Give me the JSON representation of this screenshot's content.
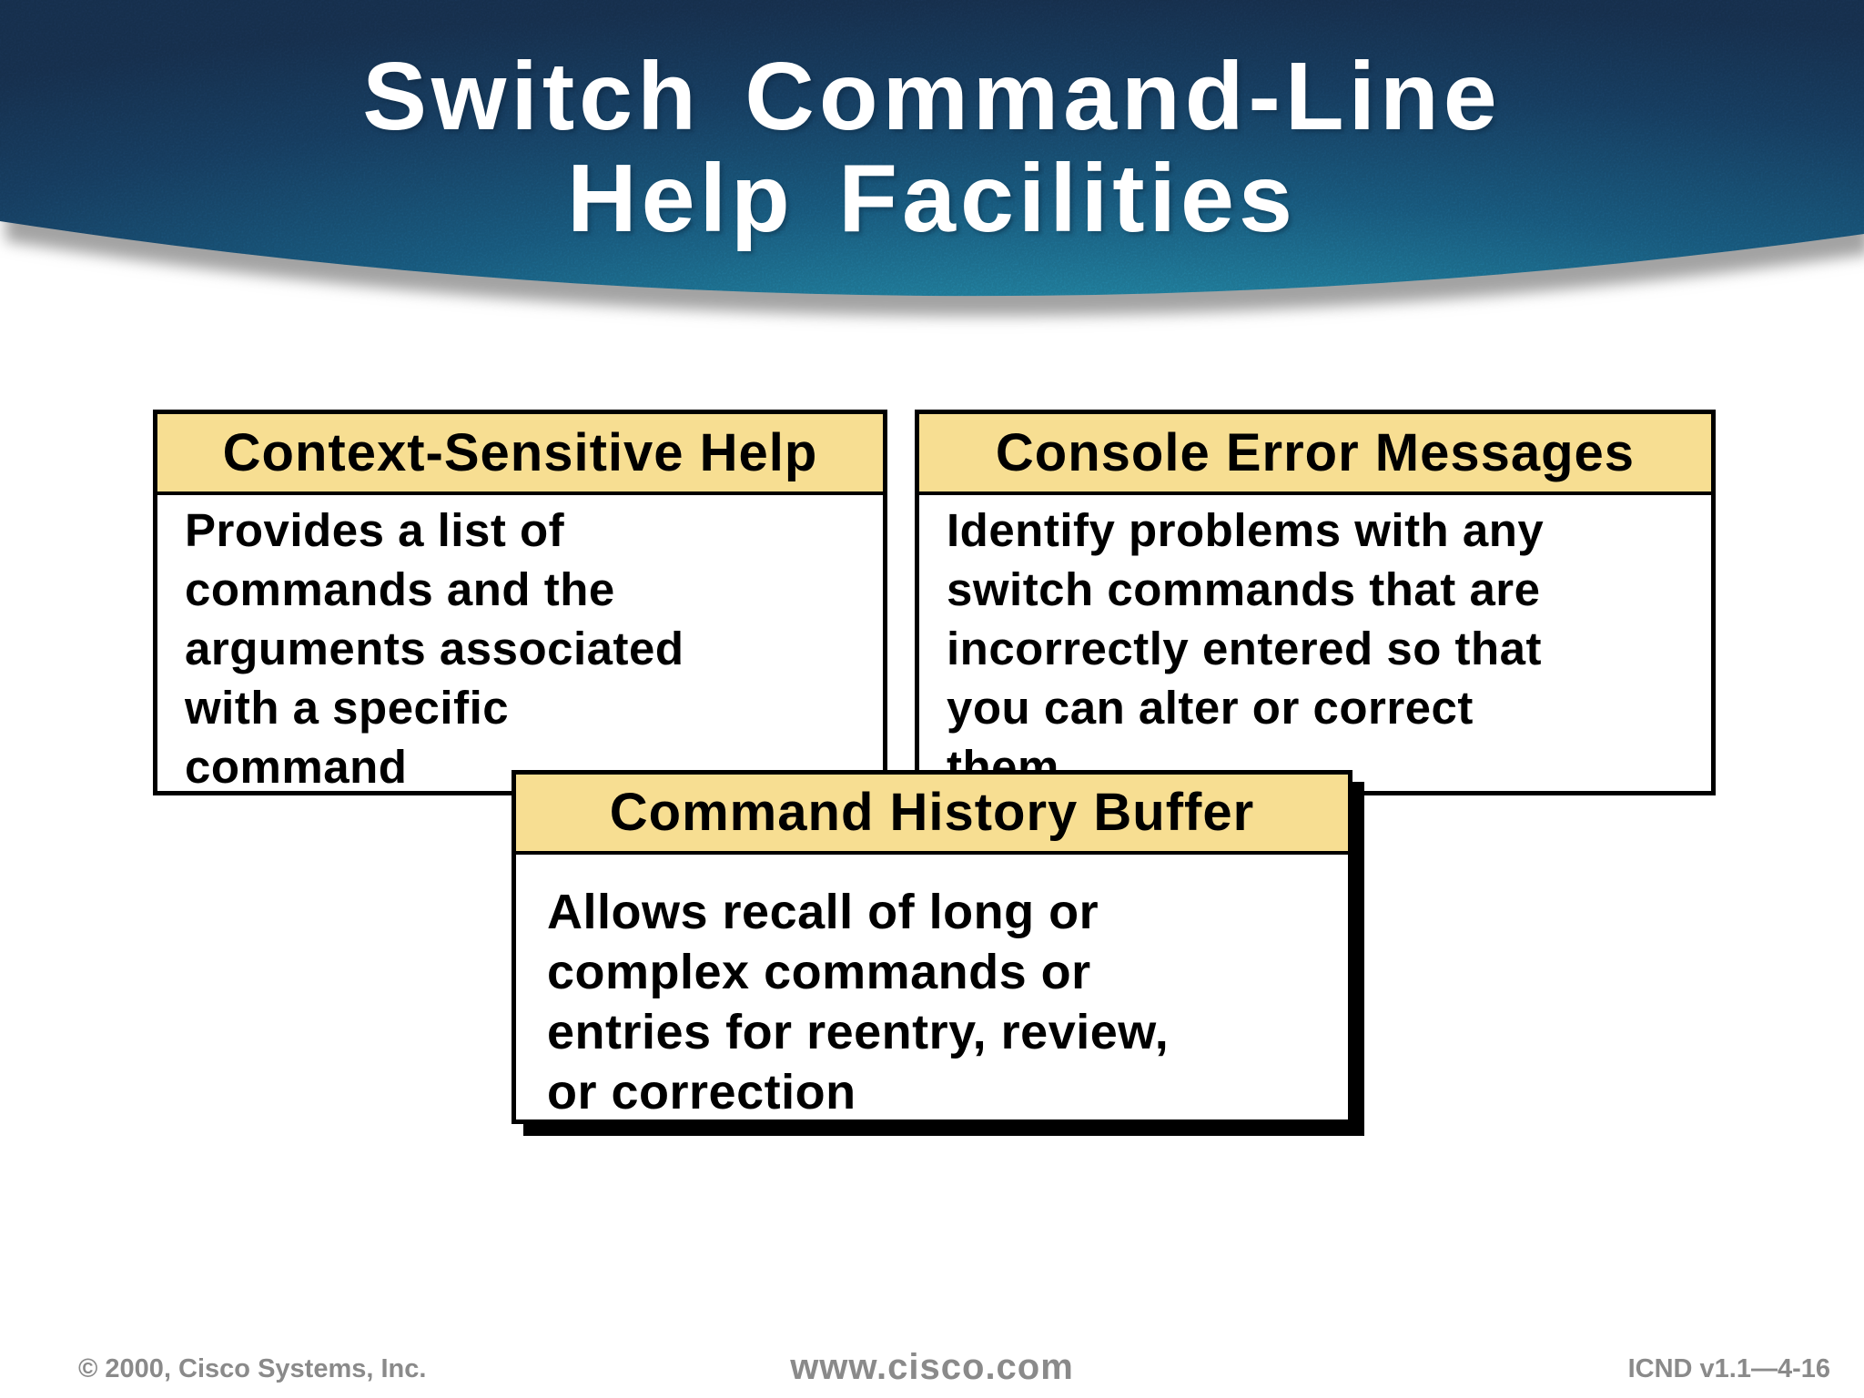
{
  "title": {
    "line1": "Switch Command-Line",
    "line2": "Help Facilities"
  },
  "boxes": [
    {
      "header": "Context-Sensitive Help",
      "body": "Provides a list of\ncommands and the\narguments associated\nwith a specific\ncommand"
    },
    {
      "header": "Console Error Messages",
      "body": "Identify problems with any\nswitch commands that are\nincorrectly entered so that\nyou can alter or correct\nthem"
    },
    {
      "header": "Command History Buffer",
      "body": "Allows recall of long or\ncomplex commands or\nentries for reentry, review,\nor correction"
    }
  ],
  "footer": {
    "copyright": "© 2000, Cisco Systems, Inc.",
    "website": "www.cisco.com",
    "slide_id": "ICND v1.1—4-16"
  },
  "colors": {
    "banner_dark_navy": "#1c3a5e",
    "banner_mid_blue": "#1d6391",
    "banner_teal": "#2fa6c8",
    "box_header_fill": "#f7de92",
    "box_border": "#000000",
    "footer_text": "#8a8a8a",
    "title_text": "#ffffff"
  }
}
